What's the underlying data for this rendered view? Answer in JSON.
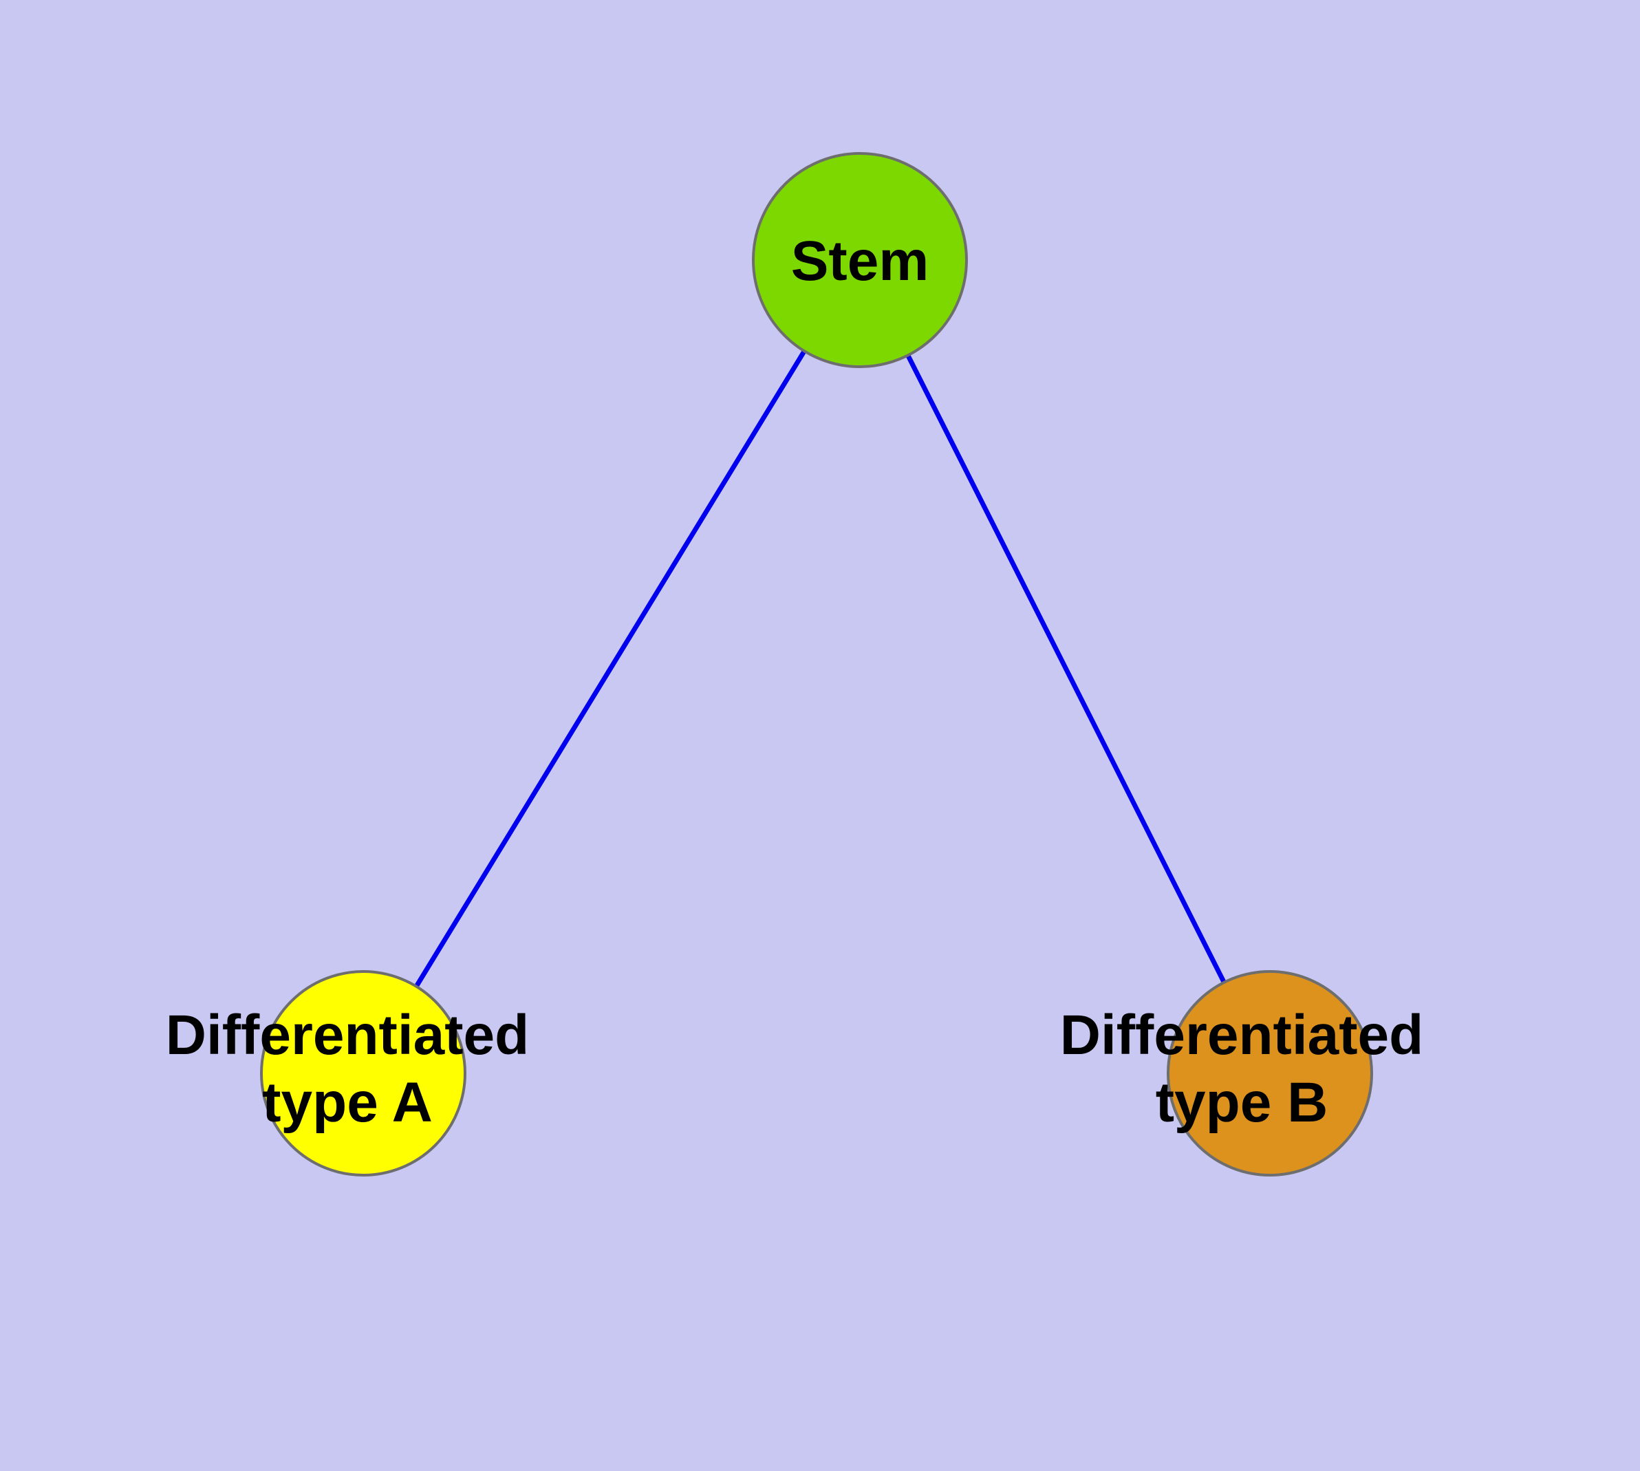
{
  "diagram": {
    "background_color": "#c8c8f2",
    "edge_color": "#0000ee",
    "node_border_color": "#6e6e6e",
    "nodes": [
      {
        "id": "stem",
        "label": "Stem",
        "color": "#7dd800"
      },
      {
        "id": "differentiated-type-a",
        "label_line1": "Differentiated",
        "label_line2": "type A",
        "color": "#ffff00"
      },
      {
        "id": "differentiated-type-b",
        "label_line1": "Differentiated",
        "label_line2": "type B",
        "color": "#dd921e"
      }
    ],
    "edges": [
      {
        "from": "stem",
        "to": "differentiated-type-a"
      },
      {
        "from": "stem",
        "to": "differentiated-type-b"
      }
    ]
  }
}
